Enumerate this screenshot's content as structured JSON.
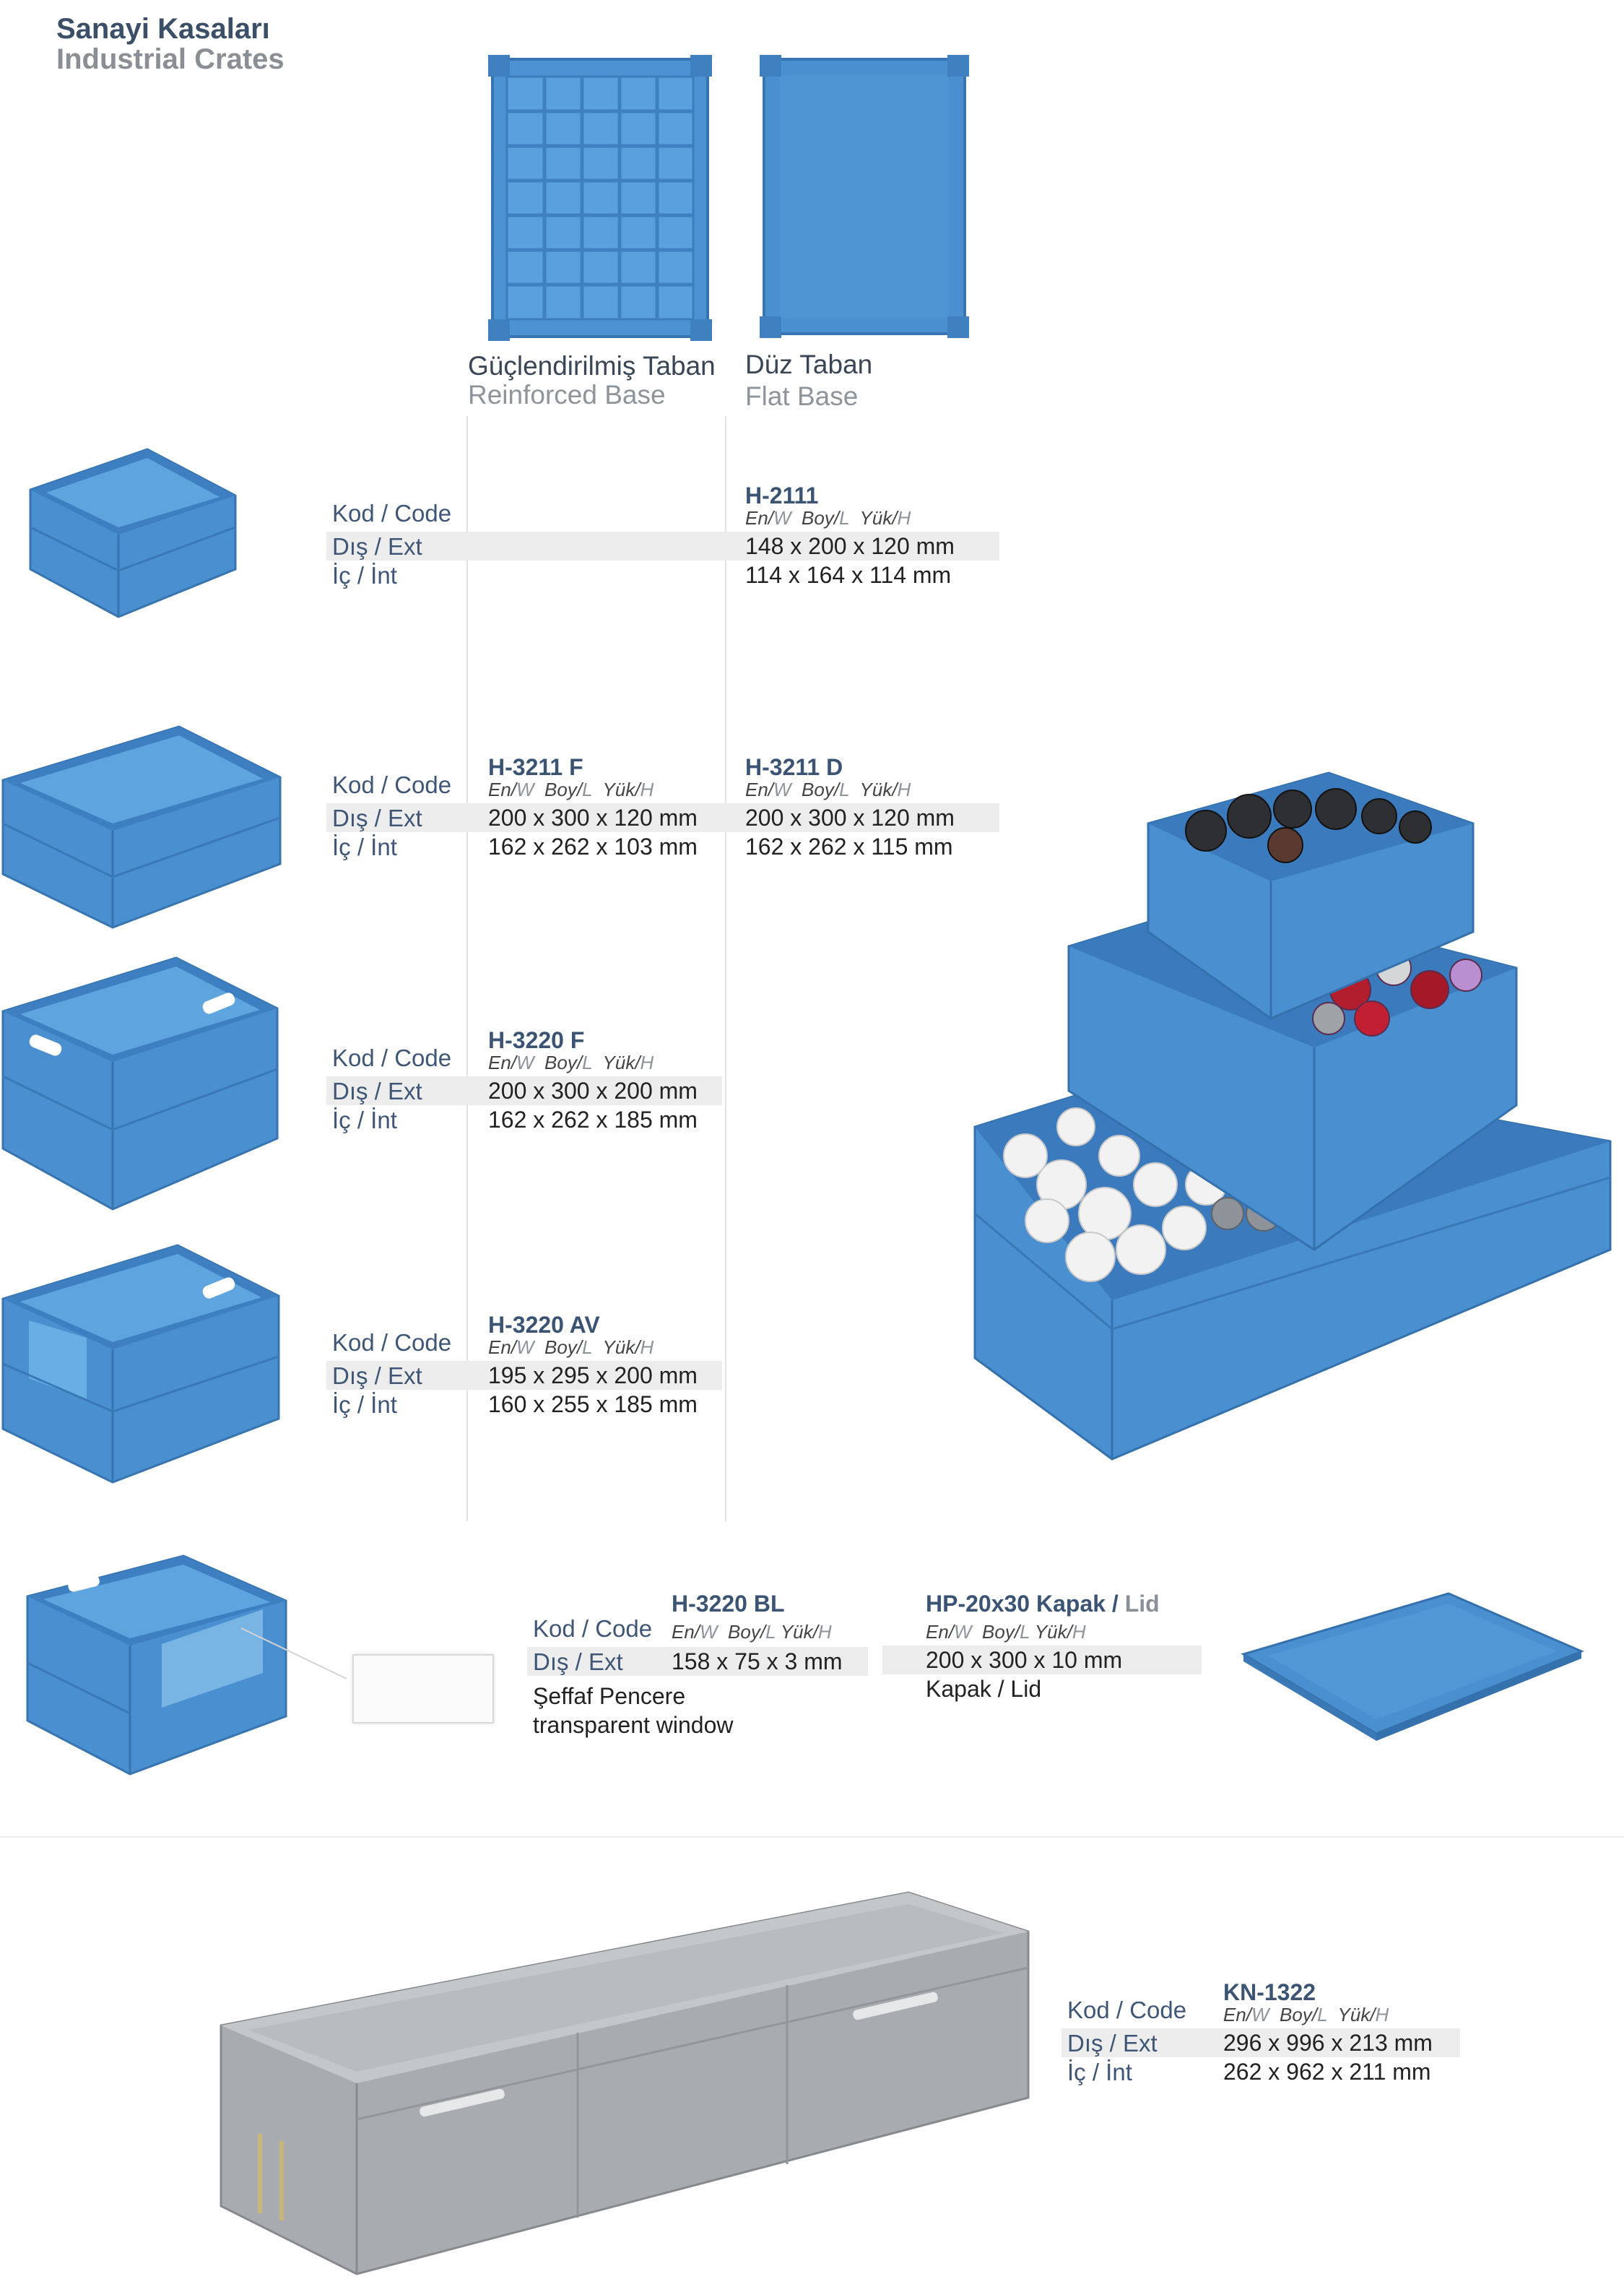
{
  "header": {
    "title_tr": "Sanayi Kasaları",
    "title_en": "Industrial Crates"
  },
  "columns": {
    "reinforced": {
      "tr": "Güçlendirilmiş Taban",
      "en": "Reinforced Base"
    },
    "flat": {
      "tr": "Düz Taban",
      "en": "Flat Base"
    }
  },
  "labels": {
    "code": "Kod / Code",
    "ext": "Dış / Ext",
    "int": "İç   / İnt",
    "ext_int_sep": "/"
  },
  "dims": {
    "w": "En/",
    "w_m": "W",
    "l": "Boy/",
    "l_m": "L",
    "h": "Yük/",
    "h_m": "H"
  },
  "products": {
    "h2111": {
      "code": "H-2111",
      "ext": "148 x 200 x 120 mm",
      "int": "114 x 164 x 114 mm"
    },
    "h3211f": {
      "code": "H-3211 F",
      "ext": "200 x 300 x 120 mm",
      "int": "162 x 262 x 103 mm"
    },
    "h3211d": {
      "code": "H-3211 D",
      "ext": "200 x 300 x 120 mm",
      "int": "162 x 262 x 115 mm"
    },
    "h3220f": {
      "code": "H-3220 F",
      "ext": "200 x 300 x 200 mm",
      "int": "162 x 262 x 185 mm"
    },
    "h3220av": {
      "code": "H-3220 AV",
      "ext": "195 x 295 x 200 mm",
      "int": "160 x 255 x 185 mm"
    },
    "h3220bl": {
      "code": "H-3220 BL",
      "ext": "158 x 75 x 3 mm",
      "note_tr": "Şeffaf Pencere",
      "note_en": "transparent window"
    },
    "hp2030": {
      "code": "HP-20x30 Kapak / ",
      "code_lid": "Lid",
      "ext": "200 x 300 x 10 mm",
      "note": "Kapak / Lid"
    },
    "kn1322": {
      "code": "KN-1322",
      "ext": "296 x 996 x 213 mm",
      "int": "262 x 962 x 211 mm"
    }
  },
  "colors": {
    "crate_blue": "#4a8fcf",
    "crate_blue_dark": "#3a78b6",
    "crate_gray": "#a9adb1",
    "title": "#3b4f69"
  }
}
